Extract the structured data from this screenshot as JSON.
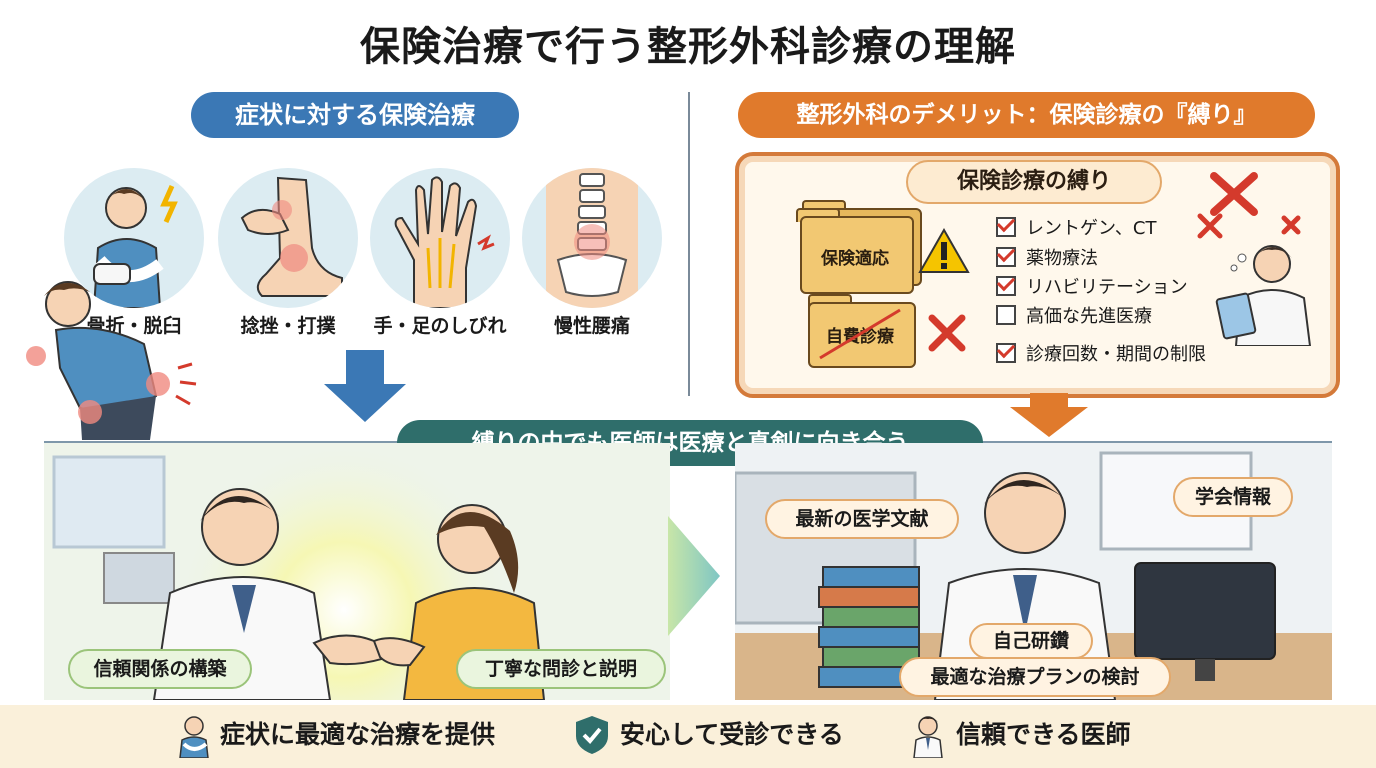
{
  "title": "保険治療で行う整形外科診療の理解",
  "left_section": {
    "heading": "症状に対する保険治療",
    "symptoms": [
      {
        "label": "骨折・脱臼",
        "icon": "broken-arm-icon"
      },
      {
        "label": "捻挫・打撲",
        "icon": "sprained-ankle-icon"
      },
      {
        "label": "手・足のしびれ",
        "icon": "hand-numbness-icon"
      },
      {
        "label": "慢性腰痛",
        "icon": "spine-icon"
      }
    ]
  },
  "right_section": {
    "heading": "整形外科のデメリット：保険診療の『縛り』",
    "frame_title": "保険診療の縛り",
    "folders": [
      {
        "label": "保険適応",
        "icon": "warning-icon"
      },
      {
        "label": "自費診療",
        "icon": "cross-icon"
      }
    ],
    "checklist": [
      {
        "label": "レントゲン、CT",
        "checked": true
      },
      {
        "label": "薬物療法",
        "checked": true
      },
      {
        "label": "リハビリテーション",
        "checked": true
      },
      {
        "label": "高価な先進医療",
        "checked": false
      },
      {
        "label": "診療回数・期間の制限",
        "checked": true
      }
    ]
  },
  "middle_banner": "縛りの中でも医師は医療と真剣に向き合う",
  "scene_left": {
    "tag_left": "信頼関係の構築",
    "tag_right": "丁寧な問診と説明"
  },
  "scene_right": {
    "tag_literature": "最新の医学文献",
    "tag_conference": "学会情報",
    "tag_study": "自己研鑽",
    "tag_plan": "最適な治療プランの検討"
  },
  "footer": [
    {
      "label": "症状に最適な治療を提供",
      "icon": "injured-patient-icon"
    },
    {
      "label": "安心して受診できる",
      "icon": "shield-check-icon"
    },
    {
      "label": "信頼できる医師",
      "icon": "doctor-icon"
    }
  ],
  "colors": {
    "blue": "#3b78b5",
    "orange": "#e07a2c",
    "teal": "#2f6e6b",
    "red_mark": "#d43a2c",
    "footer_bg": "#faf0da"
  }
}
